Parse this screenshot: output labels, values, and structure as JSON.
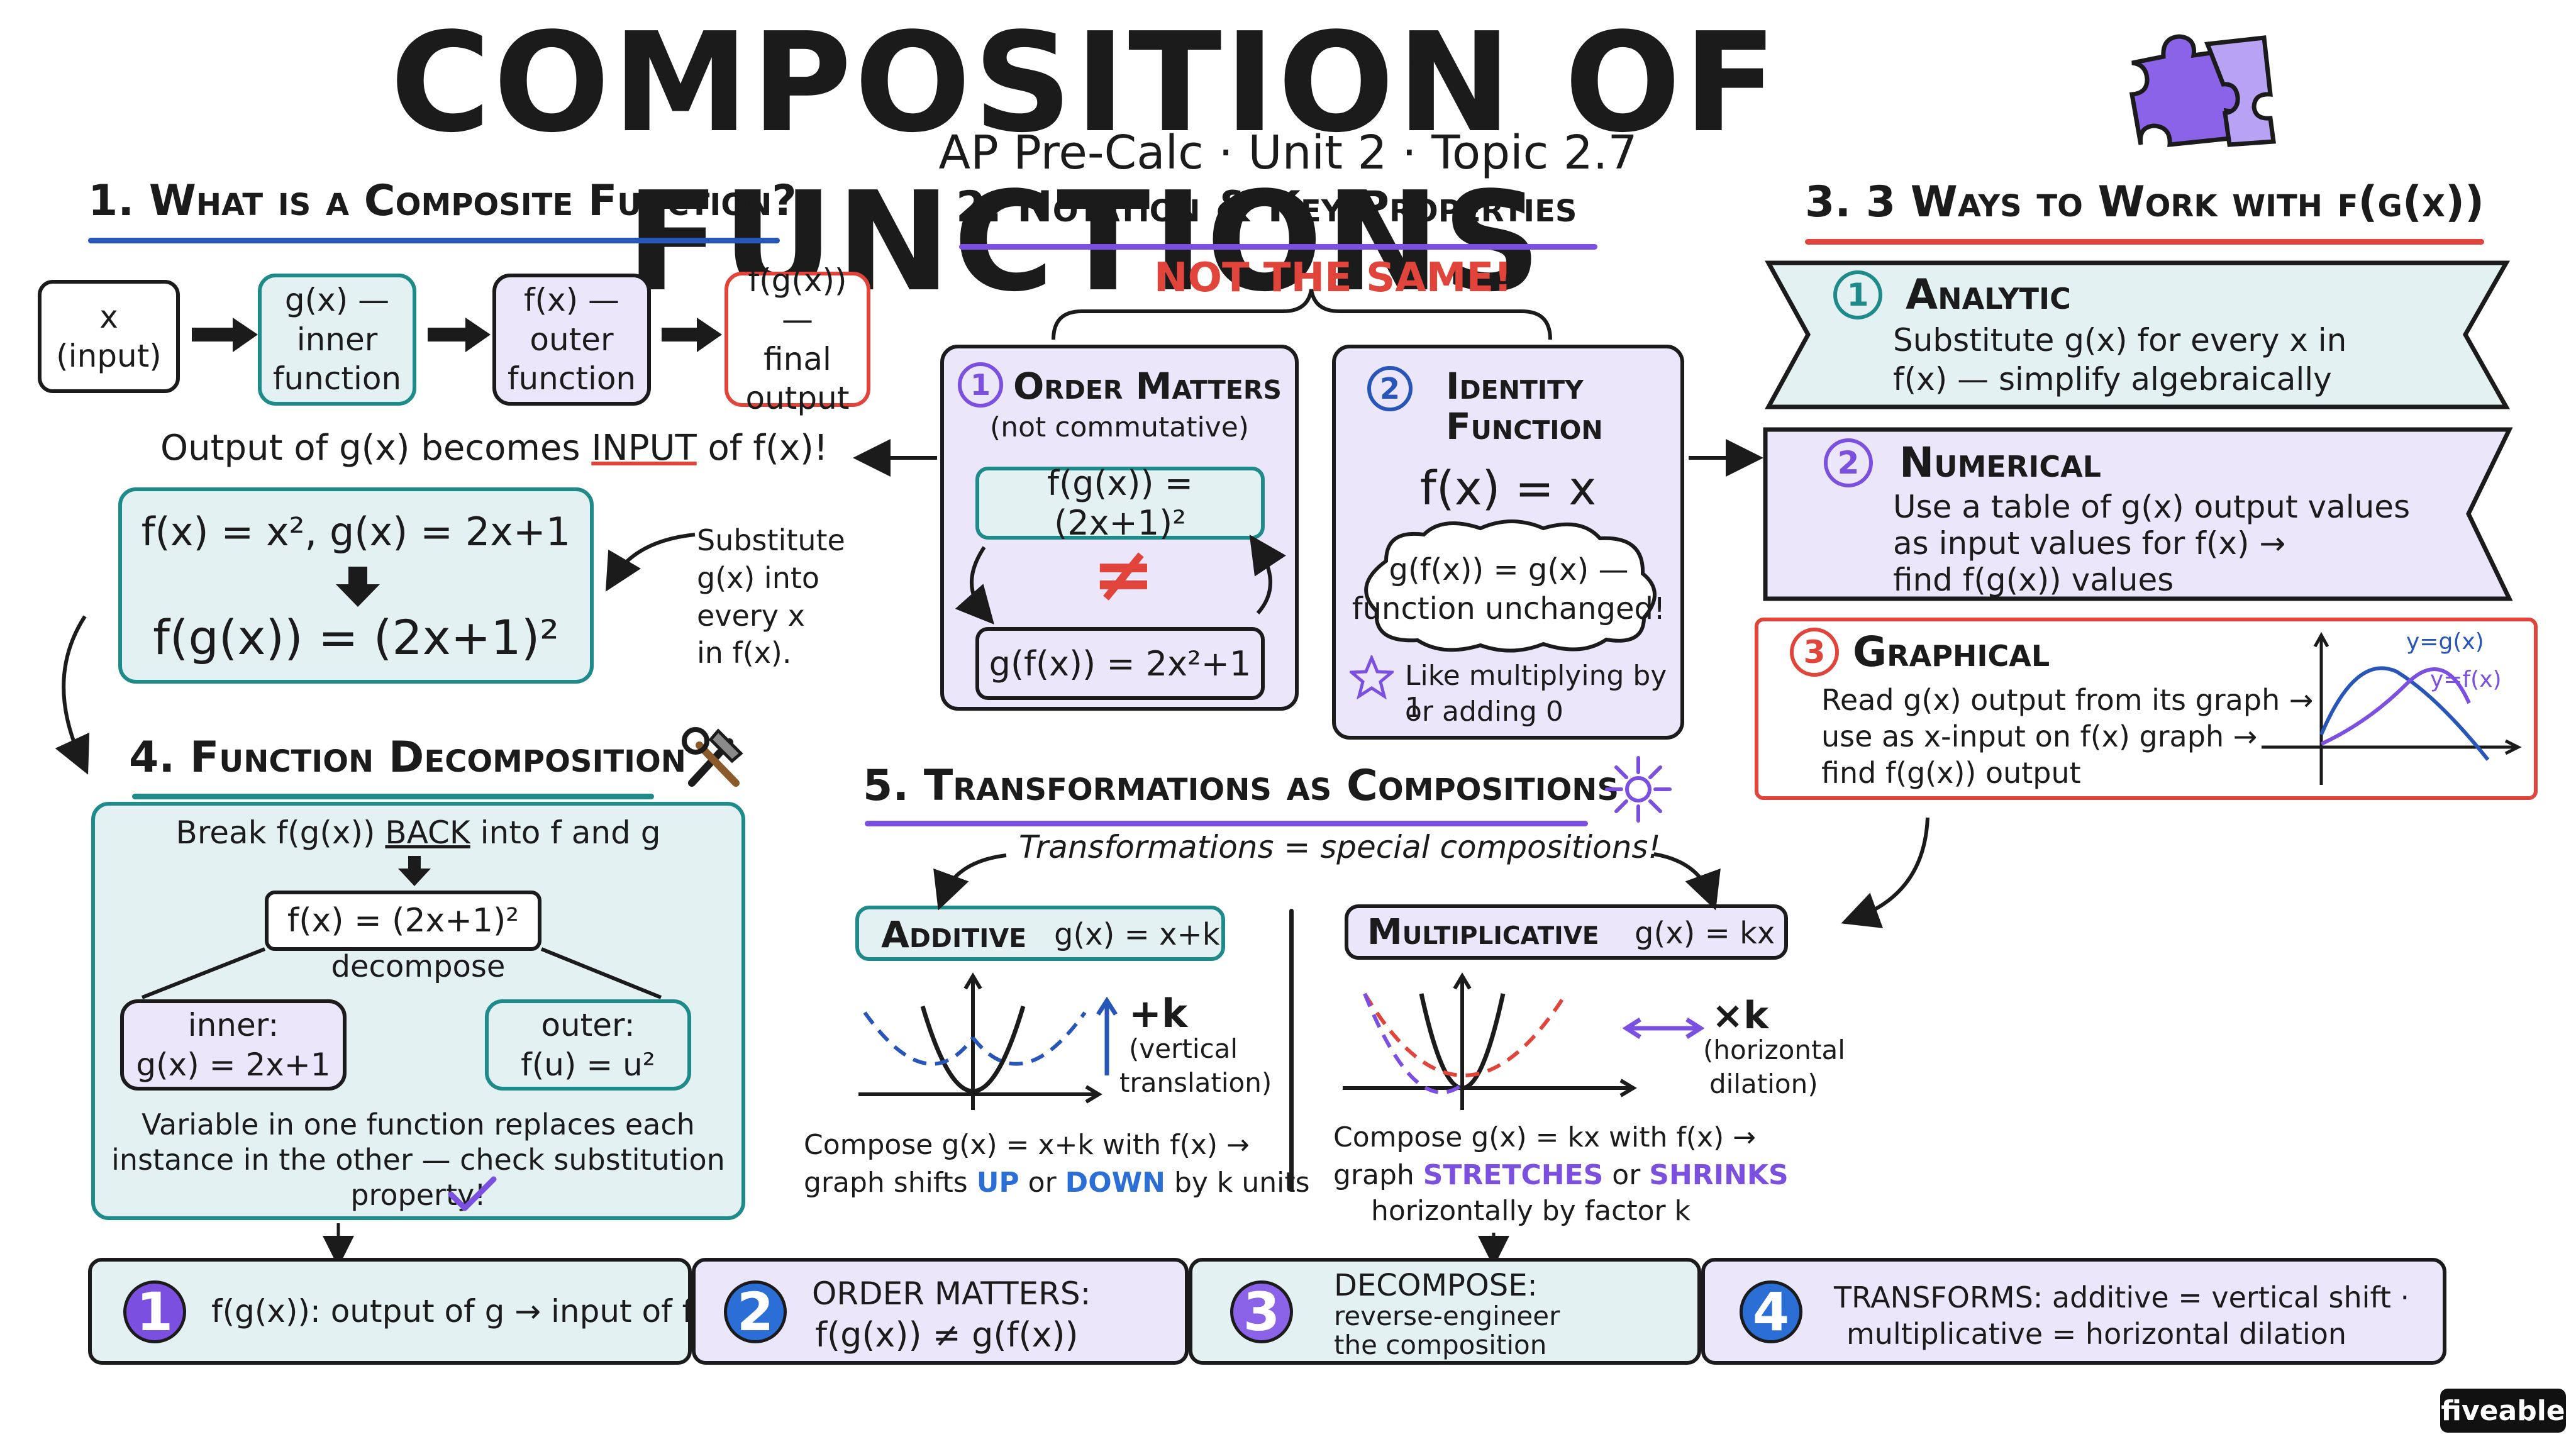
{
  "header": {
    "title": "COMPOSITION OF FUNCTIONS",
    "subtitle": "AP Pre-Calc · Unit 2 · Topic 2.7"
  },
  "colors": {
    "teal": "#1f8a8a",
    "purple": "#7b4fe0",
    "red": "#e0443a",
    "blue": "#2b6fd6",
    "ink": "#1b1b1b"
  },
  "icons": {
    "title": "puzzle-icon",
    "section4": "hammer-wrench-icon",
    "section5": "sparkle-icon",
    "step4_check": "checkmark-icon"
  },
  "s1": {
    "heading": "1. What is a Composite Function?",
    "flow": [
      {
        "l1": "x",
        "l2": "(input)"
      },
      {
        "l1": "g(x) —",
        "l2": "inner",
        "l3": "function"
      },
      {
        "l1": "f(x) —",
        "l2": "outer",
        "l3": "function"
      },
      {
        "l1": "f(g(x)) —",
        "l2": "final",
        "l3": "output"
      }
    ],
    "caption_pre": "Output of g(x) becomes ",
    "caption_key": "INPUT",
    "caption_post": " of f(x)!",
    "example_l1": "f(x) = x², g(x) = 2x+1",
    "example_l2": "f(g(x)) = (2x+1)²",
    "note": [
      "Substitute",
      "g(x) into",
      "every x",
      "in f(x)."
    ]
  },
  "s2": {
    "heading": "2. Notation & Key Properties",
    "not_same": "NOT THE SAME!",
    "order_num": "1",
    "order_title": "Order Matters",
    "order_sub": "(not commutative)",
    "order_eq1": "f(g(x)) = (2x+1)²",
    "neq": "≠",
    "order_eq2": "g(f(x)) = 2x²+1",
    "id_num": "2",
    "id_title_1": "Identity",
    "id_title_2": "Function",
    "id_eq": "f(x) = x",
    "cloud_1": "g(f(x)) = g(x) —",
    "cloud_2": "function unchanged!",
    "star_1": "Like multiplying by 1",
    "star_2": "or adding 0"
  },
  "s3": {
    "heading": "3. 3 Ways to Work with f(g(x))",
    "analytic_num": "1",
    "analytic_title": "Analytic",
    "analytic_1": "Substitute g(x) for every x in",
    "analytic_2": "f(x) — simplify algebraically",
    "numerical_num": "2",
    "numerical_title": "Numerical",
    "numerical_1": "Use a table of g(x) output values",
    "numerical_2": "as input values for f(x) →",
    "numerical_3": "find f(g(x)) values",
    "graphical_num": "3",
    "graphical_title": "Graphical",
    "graphical_1": "Read g(x) output from its graph →",
    "graphical_2": "use as x-input on f(x) graph →",
    "graphical_3": "find f(g(x)) output",
    "graph_label_g": "y=g(x)",
    "graph_label_f": "y=f(x)"
  },
  "s4": {
    "heading": "4. Function Decomposition",
    "lead_pre": "Break f(g(x)) ",
    "lead_key": "BACK",
    "lead_post": " into f and g",
    "root": "f(x) = (2x+1)²",
    "decompose": "decompose",
    "inner_1": "inner:",
    "inner_2": "g(x) = 2x+1",
    "outer_1": "outer:",
    "outer_2": "f(u) = u²",
    "foot_1": "Variable in one function replaces each",
    "foot_2": "instance in the other — check substitution",
    "foot_3": "property!"
  },
  "s5": {
    "heading": "5. Transformations as Compositions",
    "lead": "Transformations = special compositions!",
    "add_title": "Additive",
    "add_rule": "g(x) = x+k",
    "add_arrow": "+k",
    "add_note_1": "(vertical",
    "add_note_2": "translation)",
    "add_desc_1": "Compose g(x) = x+k with f(x) →",
    "add_desc_2a": "graph shifts ",
    "add_up": "UP",
    "add_or": " or ",
    "add_down": "DOWN",
    "add_desc_2b": " by k units",
    "mul_title": "Multiplicative",
    "mul_rule": "g(x) = kx",
    "mul_arrow": "×k",
    "mul_note_1": "(horizontal",
    "mul_note_2": "dilation)",
    "mul_desc_1": "Compose g(x) = kx with f(x) →",
    "mul_desc_2a": "graph ",
    "mul_stretch": "STRETCHES",
    "mul_or": " or ",
    "mul_shrink": "SHRINKS",
    "mul_desc_3": "horizontally by factor k"
  },
  "summary": [
    {
      "num": "1",
      "l1": "f(g(x)): output of g → input of f",
      "l2": ""
    },
    {
      "num": "2",
      "l1": "ORDER MATTERS:",
      "l2": "f(g(x)) ≠ g(f(x))"
    },
    {
      "num": "3",
      "l1": "DECOMPOSE:",
      "l2": "reverse-engineer",
      "l3": "the composition"
    },
    {
      "num": "4",
      "l1": "TRANSFORMS: additive = vertical shift ·",
      "l2": "multiplicative = horizontal dilation"
    }
  ],
  "brand": "fiveable"
}
